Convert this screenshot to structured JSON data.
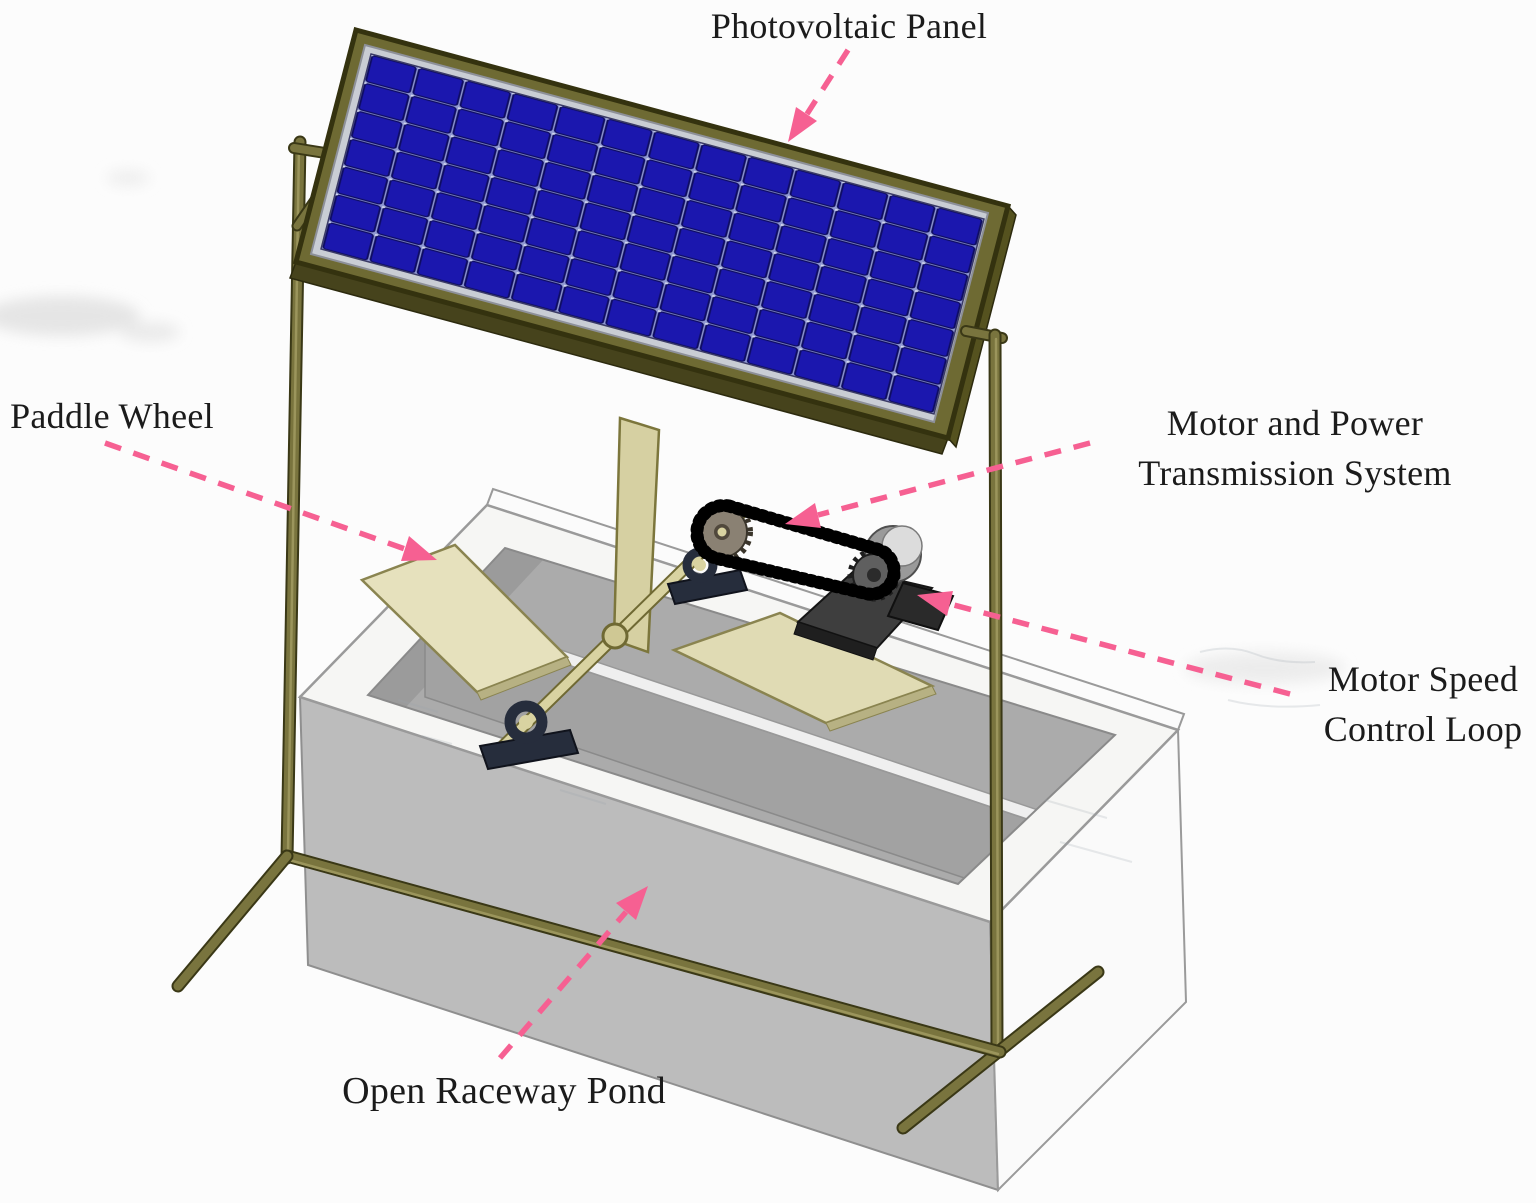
{
  "annotations": {
    "photovoltaic_panel": {
      "text": "Photovoltaic Panel"
    },
    "paddle_wheel": {
      "text": "Paddle Wheel"
    },
    "motor_power": {
      "line1": "Motor and Power",
      "line2": "Transmission System"
    },
    "motor_speed": {
      "line1": "Motor Speed",
      "line2": "Control Loop"
    },
    "open_raceway_pond": {
      "text": "Open Raceway Pond"
    }
  },
  "colors": {
    "annotation_arrow": "#F66092",
    "label_text": "#1B1B1B",
    "pv_cell_blue": "#1B17AE",
    "frame_olive": "#6E6A33",
    "blade_khaki": "#E3DDB4",
    "pond_gray": "#BCBCBC"
  }
}
